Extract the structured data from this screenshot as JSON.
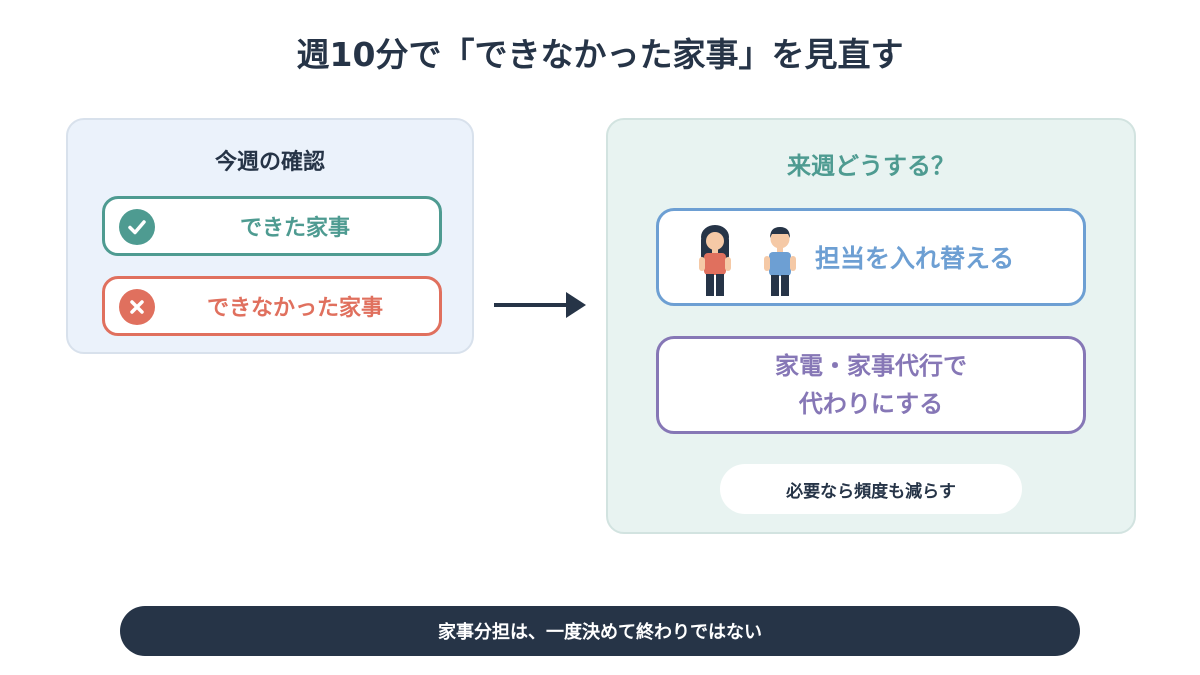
{
  "title": "週10分で「できなかった家事」を見直す",
  "this_week": {
    "title": "今週の確認",
    "done_label": "できた家事",
    "not_done_label": "できなかった家事",
    "done_icon": "check-circle-icon",
    "not_done_icon": "x-circle-icon"
  },
  "next_week": {
    "title": "来週どうする？",
    "option_swap": "担当を入れ替える",
    "option_outsource_line1": "家電・家事代行で",
    "option_outsource_line2": "代わりにする",
    "hint": "必要なら頻度も減らす"
  },
  "banner": "家事分担は、一度決めて終わりではない",
  "colors": {
    "navy": "#263447",
    "teal": "#4e9b91",
    "coral": "#e0705e",
    "blue": "#6d9fd3",
    "purple": "#8677b6"
  }
}
